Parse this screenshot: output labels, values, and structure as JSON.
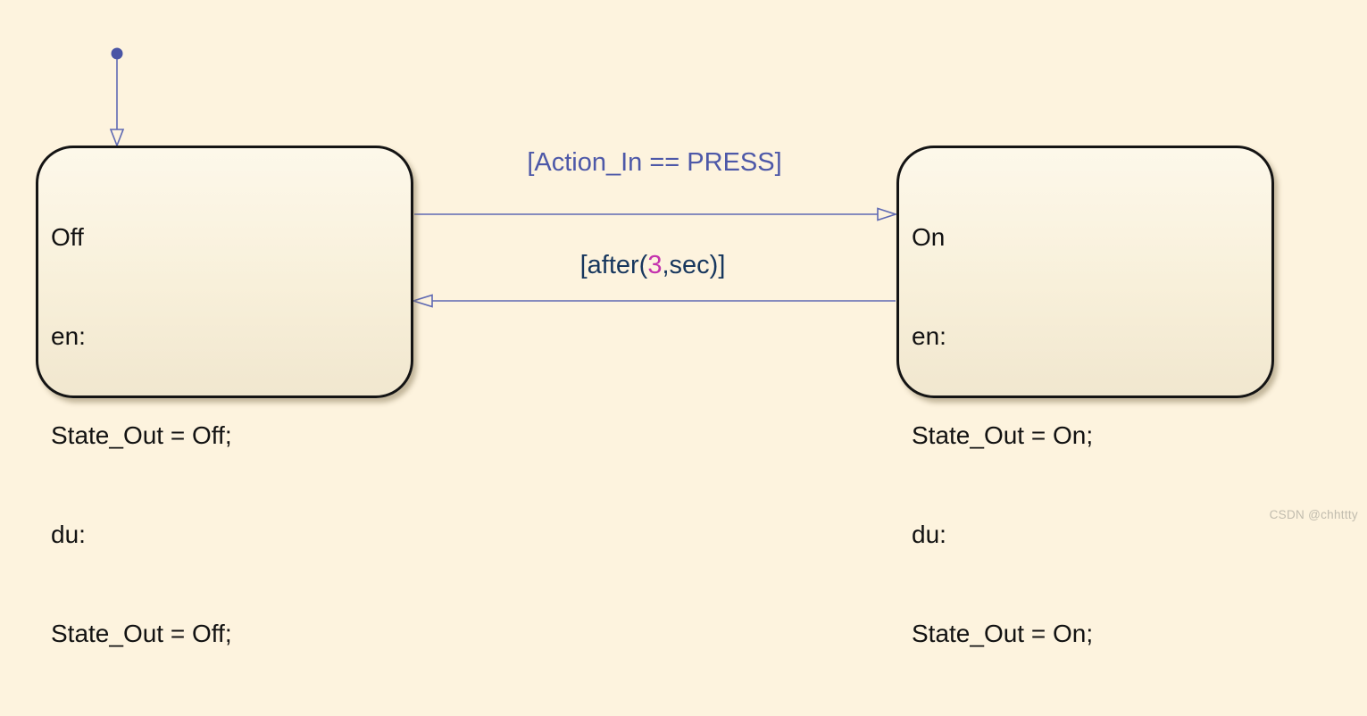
{
  "diagram": {
    "watermark": "CSDN @chhttty"
  },
  "colors": {
    "canvas_bg": "#fdf3de",
    "state_fill_top": "#fdf8ea",
    "state_fill_bottom": "#f1e7cf",
    "state_border": "#141414",
    "state_text": "#121212",
    "transition_line": "#5e69b3",
    "default_transition_dot": "#4a55a5",
    "guard_label_text": "#4d58a8",
    "after_keyword_text": "#17375e",
    "number_literal_text": "#c433ae",
    "watermark_text": "#c1bcae"
  },
  "states": [
    {
      "name": "Off",
      "body_lines": [
        "en:",
        "State_Out = Off;",
        "du:",
        "State_Out = Off;"
      ]
    },
    {
      "name": "On",
      "body_lines": [
        "en:",
        "State_Out = On;",
        "du:",
        "State_Out = On;"
      ]
    }
  ],
  "transitions": {
    "off_to_on": {
      "label": "[Action_In == PRESS]"
    },
    "on_to_off": {
      "label_prefix": "[after(",
      "label_number": "3",
      "label_suffix": ",sec)]"
    }
  }
}
